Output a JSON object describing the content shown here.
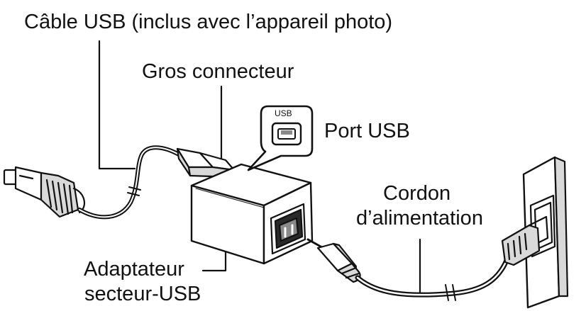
{
  "labels": {
    "usb_cable": "Câble USB (inclus avec l’appareil photo)",
    "large_connector": "Gros connecteur",
    "usb_port": "Port USB",
    "port_badge": "USB",
    "power_cord_line1": "Cordon",
    "power_cord_line2": "d’alimentation",
    "adapter_line1": "Adaptateur",
    "adapter_line2": "secteur-USB"
  },
  "colors": {
    "ink": "#111111",
    "background": "#ffffff",
    "shade": "#d9d9d9",
    "dark_shade": "#8a8a8a"
  }
}
